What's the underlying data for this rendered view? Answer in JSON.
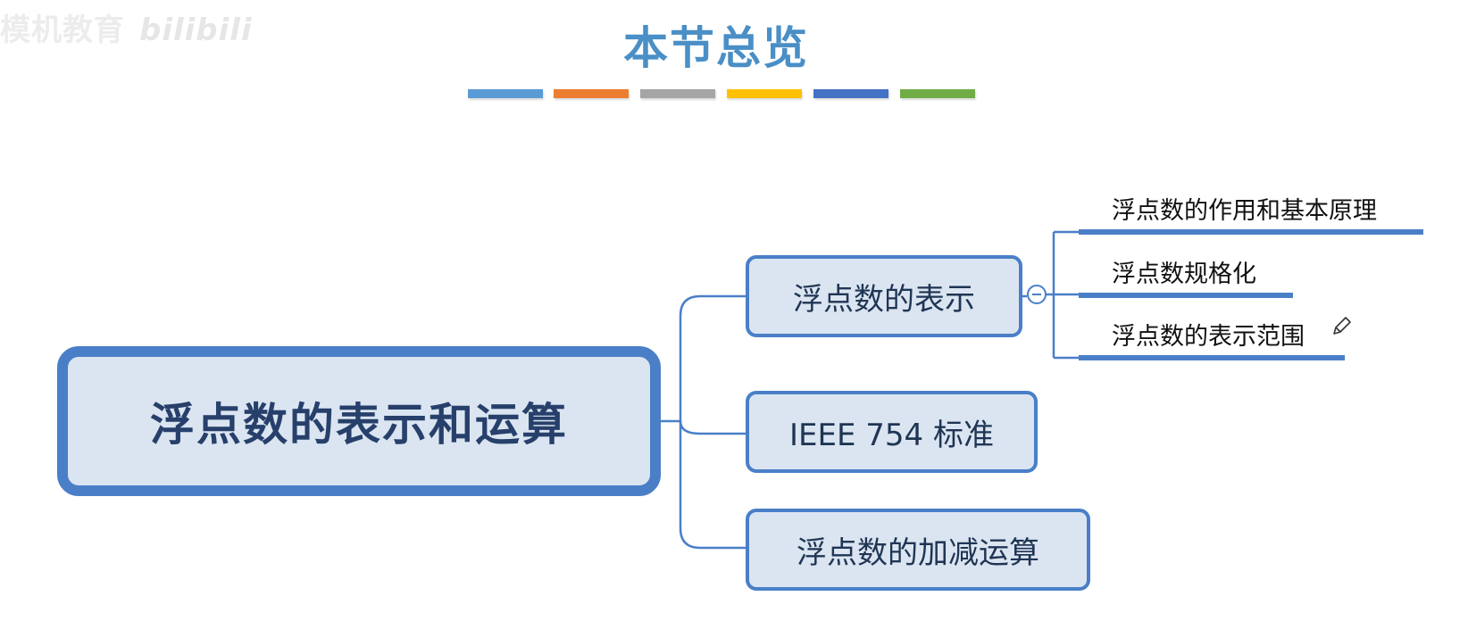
{
  "watermark": {
    "text": "模机教育",
    "logo": "bilibili"
  },
  "title": "本节总览",
  "color_bars": [
    "#5b9bd5",
    "#ed7d31",
    "#a5a5a5",
    "#ffc000",
    "#4472c4",
    "#70ad47"
  ],
  "root": {
    "label": "浮点数的表示和运算"
  },
  "branches": [
    {
      "label": "浮点数的表示"
    },
    {
      "label": "IEEE 754 标准"
    },
    {
      "label": "浮点数的加减运算"
    }
  ],
  "subtopics": [
    {
      "label": "浮点数的作用和基本原理"
    },
    {
      "label": "浮点数规格化"
    },
    {
      "label": "浮点数的表示范围"
    }
  ],
  "icons": {
    "collapse": "collapse-minus-icon",
    "edit": "pencil-icon"
  },
  "colors": {
    "accent": "#4a7fc8",
    "node_fill": "#dbe5f1",
    "title": "#4a8fc6"
  }
}
